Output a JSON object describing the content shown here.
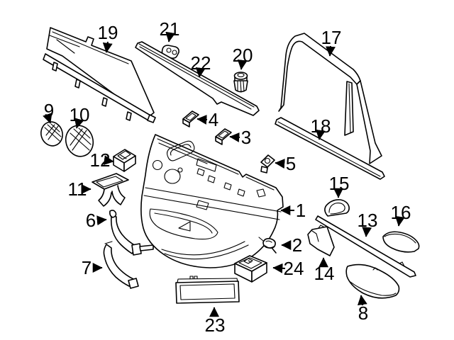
{
  "diagram": {
    "background_color": "#ffffff",
    "line_color": "#000000",
    "callouts": [
      {
        "number": "1"
      },
      {
        "number": "2"
      },
      {
        "number": "3"
      },
      {
        "number": "4"
      },
      {
        "number": "5"
      },
      {
        "number": "6"
      },
      {
        "number": "7"
      },
      {
        "number": "8"
      },
      {
        "number": "9"
      },
      {
        "number": "10"
      },
      {
        "number": "11"
      },
      {
        "number": "12"
      },
      {
        "number": "13"
      },
      {
        "number": "14"
      },
      {
        "number": "15"
      },
      {
        "number": "16"
      },
      {
        "number": "17"
      },
      {
        "number": "18"
      },
      {
        "number": "19"
      },
      {
        "number": "20"
      },
      {
        "number": "21"
      },
      {
        "number": "22"
      },
      {
        "number": "23"
      },
      {
        "number": "24"
      }
    ]
  }
}
